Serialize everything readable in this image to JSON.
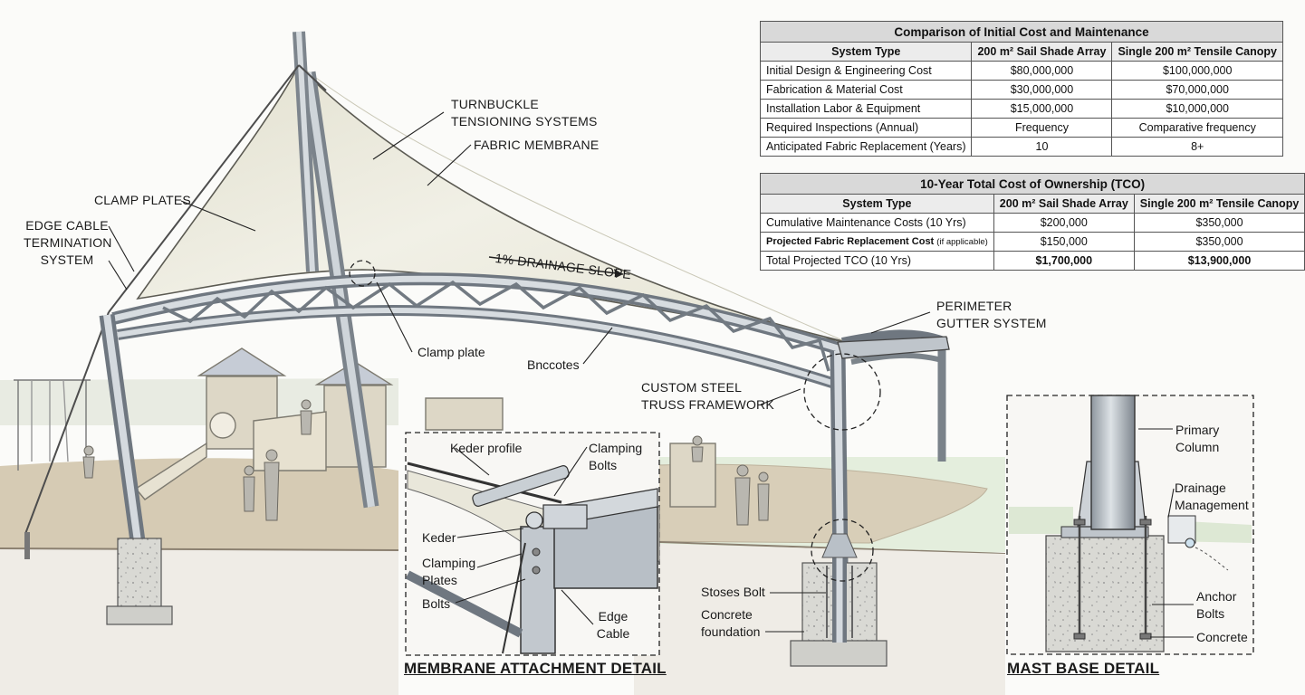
{
  "cost_table": {
    "title": "Comparison of Initial Cost and Maintenance",
    "headers": [
      "System Type",
      "200 m² Sail Shade Array",
      "Single 200 m² Tensile Canopy"
    ],
    "rows": [
      [
        "Initial Design & Engineering Cost",
        "$80,000,000",
        "$100,000,000"
      ],
      [
        "Fabrication & Material Cost",
        "$30,000,000",
        "$70,000,000"
      ],
      [
        "Installation Labor & Equipment",
        "$15,000,000",
        "$10,000,000"
      ],
      [
        "Required Inspections (Annual)",
        "Frequency",
        "Comparative frequency"
      ],
      [
        "Anticipated Fabric Replacement (Years)",
        "10",
        "8+"
      ]
    ]
  },
  "tco_table": {
    "title": "10-Year Total Cost of Ownership (TCO)",
    "headers": [
      "System Type",
      "200 m² Sail Shade Array",
      "Single 200 m² Tensile Canopy"
    ],
    "rows": [
      {
        "label": "Cumulative Maintenance Costs (10 Yrs)",
        "note": "",
        "a": "$200,000",
        "b": "$350,000"
      },
      {
        "label": "Projected Fabric Replacement Cost",
        "note": "(if applicable)",
        "a": "$150,000",
        "b": "$350,000"
      },
      {
        "label": "Total Projected TCO (10 Yrs)",
        "note": "",
        "a": "$1,700,000",
        "b": "$13,900,000"
      }
    ]
  },
  "labels": {
    "turnbuckle": [
      "TURNBUCKLE",
      "TENSIONING SYSTEMS"
    ],
    "fabric_membrane": "FABRIC MEMBRANE",
    "clamp_plates": "CLAMP PLATES",
    "edge_cable_termination": [
      "EDGE CABLE",
      "TERMINATION",
      "SYSTEM"
    ],
    "drainage_slope": "1% DRAINAGE SLOPE",
    "clamp_plate": "Clamp plate",
    "bnccotes": "Bnccotes",
    "perimeter_gutter": [
      "PERIMETER",
      "GUTTER SYSTEM"
    ],
    "custom_steel_truss": [
      "CUSTOM STEEL",
      "TRUSS FRAMEWORK"
    ],
    "stoses_bolt": "Stoses Bolt",
    "concrete_foundation": [
      "Concrete",
      "foundation"
    ]
  },
  "membrane_detail": {
    "title": "MEMBRANE ATTACHMENT DETAIL",
    "keder_profile": "Keder profile",
    "clamping_bolts": [
      "Clamping",
      "Bolts"
    ],
    "keder": "Keder",
    "clamping_plates": [
      "Clamping",
      "Plates"
    ],
    "bolts": "Bolts",
    "edge_cable": [
      "Edge",
      "Cable"
    ]
  },
  "mast_detail": {
    "title": "MAST BASE DETAIL",
    "primary_column": [
      "Primary",
      "Column"
    ],
    "drainage_management": [
      "Drainage",
      "Management"
    ],
    "anchor_bolts": [
      "Anchor",
      "Bolts"
    ],
    "concrete": "Concrete"
  },
  "colors": {
    "fabric": "#ecebdd",
    "steel": "#b7bec5",
    "steel_dark": "#6f7780",
    "concrete": "#d7d7d2",
    "ground": "#c9bda6",
    "grass": "#e3eedd",
    "outline": "#333333"
  }
}
